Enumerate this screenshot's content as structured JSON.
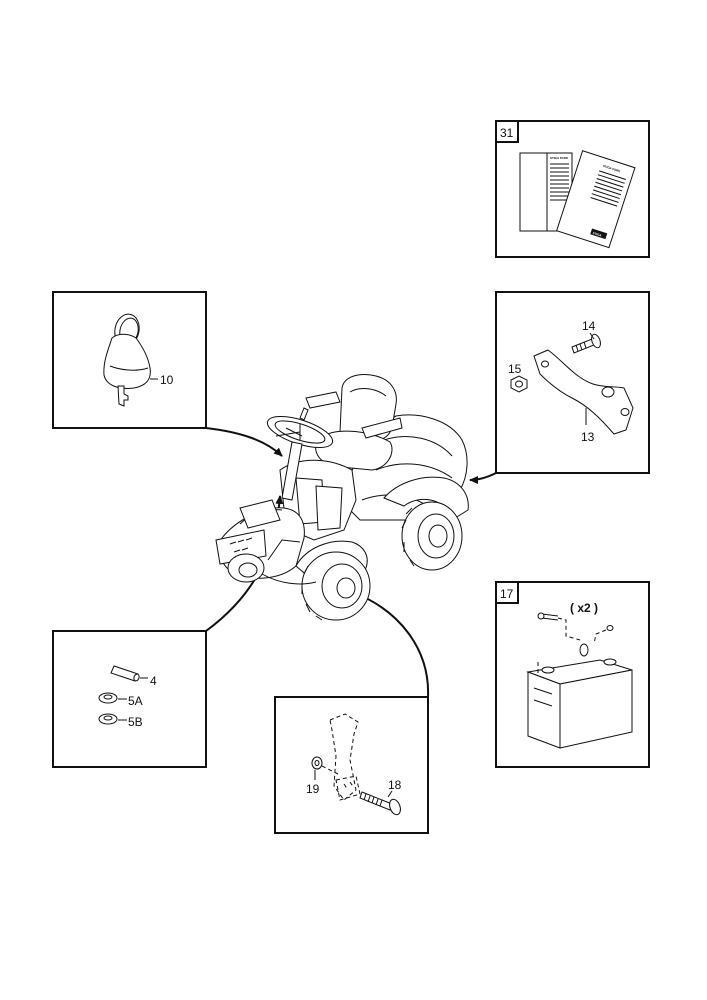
{
  "callouts": {
    "manual_box": {
      "number": "31"
    },
    "manual_doc": {
      "title": "STIGA PARK",
      "brand": "STIGA"
    },
    "key_box": {
      "part": "10"
    },
    "bracket_box": {
      "bolt": "14",
      "nut": "15",
      "bracket": "13"
    },
    "battery_box": {
      "number": "17",
      "qty": "( x2 )"
    },
    "pins_box": {
      "pin": "4",
      "washer_a": "5A",
      "washer_b": "5B"
    },
    "pedal_box": {
      "washer": "19",
      "bolt": "18"
    }
  },
  "colors": {
    "ink": "#111111",
    "paper": "#ffffff"
  }
}
